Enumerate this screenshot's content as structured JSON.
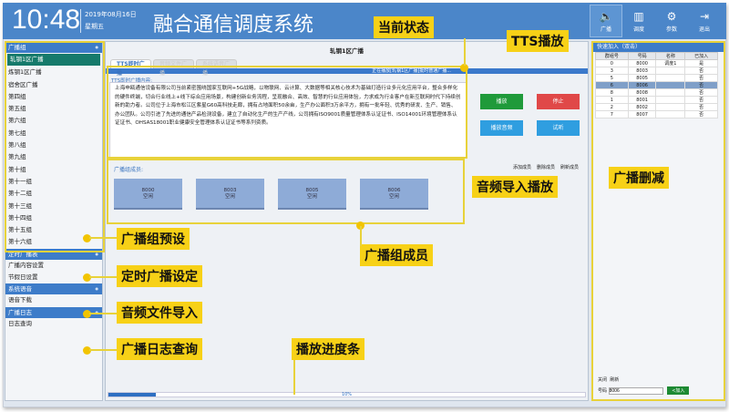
{
  "header": {
    "time": "10:48",
    "date": "2019年08月16日",
    "weekday": "星期五",
    "title": "融合通信调度系统",
    "buttons": [
      {
        "label": "广播",
        "icon": "speaker-icon"
      },
      {
        "label": "调度",
        "icon": "dispatch-icon"
      },
      {
        "label": "参数",
        "icon": "gear-icon"
      },
      {
        "label": "退出",
        "icon": "exit-icon"
      }
    ]
  },
  "sidebar": {
    "sections": [
      {
        "title": "广播组",
        "items": [
          "轧钢1区广播",
          "炼钢1区广播",
          "宿舍区广播",
          "第四组",
          "第五组",
          "第六组",
          "第七组",
          "第八组",
          "第九组",
          "第十组",
          "第十一组",
          "第十二组",
          "第十三组",
          "第十四组",
          "第十五组",
          "第十六组"
        ]
      },
      {
        "title": "定时广播表",
        "items": [
          "广播内容设置",
          "节假日设置"
        ]
      },
      {
        "title": "系统语音",
        "items": [
          "语音下载"
        ]
      },
      {
        "title": "广播日志",
        "items": [
          "日志查询"
        ]
      }
    ]
  },
  "center": {
    "title": "轧钢1区广播",
    "tabs": [
      "TTS即时广播",
      "音频文件广播",
      "系统语音广播"
    ],
    "status": "正在播放[轧钢1区广播]批时普通广播...",
    "tts_label": "TTS即时广播内容:",
    "tts_text": "上海申瓯通信设备有限公司当前紧密围绕国家互联网+5G战略，以物联网、云计算、大数据等相关核心技术为基础打造行业多元化应用平台，整合多样化的硬件终端，切合行业线上+线下综合应用场景，构建创新业务流程，呈现融合、高效、智慧的行业应用体验，力求成为行业客户在新互联网时代下持续创新的助力者。公司位于上海市松江区紫星G60高科技走廊，拥有占地面积50余亩，生产办公面积3万余平方，拥有一批年轻、优秀的研发、生产、销售、办公团队。公司引进了先进的通信产品检测设备，建立了自动化生产的生产产线，公司拥有ISO9001质量管理体系认证证书、ISO14001环境管理体系认证证书、OHSAS18001职业健康安全管理体系认证证书等系列资质。",
    "buttons": {
      "play": "播放",
      "stop": "停止",
      "play_audio": "播放音频",
      "preview": "试听"
    },
    "members_label": "广播组成员:",
    "member_tools": [
      "添加成员",
      "删除成员",
      "刷新成员"
    ],
    "members": [
      {
        "number": "8000",
        "state": "空闲"
      },
      {
        "number": "8003",
        "state": "空闲"
      },
      {
        "number": "8005",
        "state": "空闲"
      },
      {
        "number": "8006",
        "state": "空闲"
      }
    ],
    "progress_percent": 10,
    "progress_text": "10%"
  },
  "right": {
    "title": "快速加入（双击）",
    "columns": [
      "群组号",
      "号码",
      "名称",
      "已加入"
    ],
    "rows": [
      [
        "0",
        "8000",
        "调度1",
        "是"
      ],
      [
        "3",
        "8003",
        "",
        "否"
      ],
      [
        "5",
        "8005",
        "",
        "否"
      ],
      [
        "6",
        "8006",
        "",
        "否"
      ],
      [
        "8",
        "8008",
        "",
        "否"
      ],
      [
        "1",
        "8001",
        "",
        "否"
      ],
      [
        "2",
        "8002",
        "",
        "否"
      ],
      [
        "7",
        "8007",
        "",
        "否"
      ]
    ],
    "selected_row": 3,
    "close": "关闭",
    "refresh": "刷新",
    "number_label": "号码",
    "number_value": "8006",
    "join": "<加入"
  },
  "annotations": [
    "当前状态",
    "TTS播放",
    "广播删减",
    "音频导入播放",
    "广播组预设",
    "广播组成员",
    "定时广播设定",
    "音频文件导入",
    "广播日志查询",
    "播放进度条"
  ],
  "colors": {
    "header": "#4b86c9",
    "callout": "#f7d117",
    "play": "#1f9a3a",
    "stop": "#e04848",
    "blue_btn": "#2f9ee0"
  }
}
